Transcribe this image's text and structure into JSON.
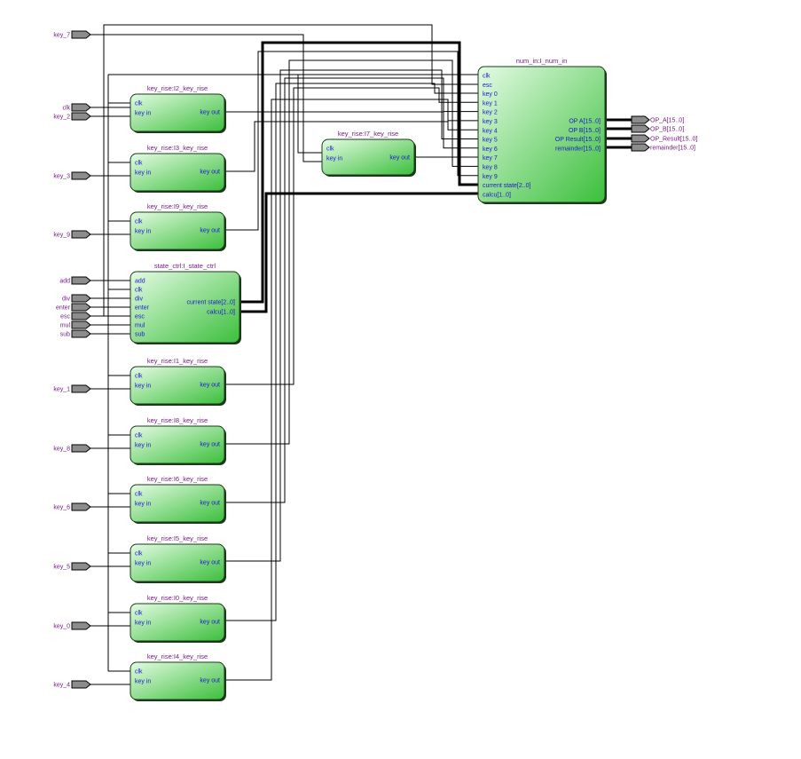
{
  "diagram": {
    "type": "rtl-schematic",
    "colors": {
      "block_fill_light": "#dcf8dc",
      "block_fill_dark": "#3cbf3c",
      "block_border": "#1a3a1a",
      "pin_label": "#7a1a8a",
      "port_label": "#1a1acc",
      "pin_fill": "#8c8c8c",
      "wire": "#000000"
    },
    "input_pins": [
      {
        "id": "key_7",
        "label": "key_7"
      },
      {
        "id": "clk",
        "label": "clk"
      },
      {
        "id": "key_2",
        "label": "key_2"
      },
      {
        "id": "key_3",
        "label": "key_3"
      },
      {
        "id": "key_9",
        "label": "key_9"
      },
      {
        "id": "add",
        "label": "add"
      },
      {
        "id": "div",
        "label": "div"
      },
      {
        "id": "enter",
        "label": "enter"
      },
      {
        "id": "esc",
        "label": "esc"
      },
      {
        "id": "mul",
        "label": "mul"
      },
      {
        "id": "sub",
        "label": "sub"
      },
      {
        "id": "key_1",
        "label": "key_1"
      },
      {
        "id": "key_8",
        "label": "key_8"
      },
      {
        "id": "key_6",
        "label": "key_6"
      },
      {
        "id": "key_5",
        "label": "key_5"
      },
      {
        "id": "key_0",
        "label": "key_0"
      },
      {
        "id": "key_4",
        "label": "key_4"
      }
    ],
    "output_pins": [
      {
        "id": "op_a",
        "label": "OP_A[15..0]"
      },
      {
        "id": "op_b",
        "label": "OP_B[15..0]"
      },
      {
        "id": "op_result",
        "label": "OP_Result[15..0]"
      },
      {
        "id": "remainder",
        "label": "remainder[15..0]"
      }
    ],
    "blocks": [
      {
        "id": "k2",
        "title": "key_rise:I2_key_rise",
        "inputs": [
          "clk",
          "key_in"
        ],
        "outputs": [
          "key_out"
        ]
      },
      {
        "id": "k3",
        "title": "key_rise:I3_key_rise",
        "inputs": [
          "clk",
          "key_in"
        ],
        "outputs": [
          "key_out"
        ]
      },
      {
        "id": "k9",
        "title": "key_rise:I9_key_rise",
        "inputs": [
          "clk",
          "key_in"
        ],
        "outputs": [
          "key_out"
        ]
      },
      {
        "id": "sc",
        "title": "state_ctrl:I_state_ctrl",
        "inputs": [
          "add",
          "clk",
          "div",
          "enter",
          "esc",
          "mul",
          "sub"
        ],
        "outputs": [
          "current_state[2..0]",
          "calcu[1..0]"
        ]
      },
      {
        "id": "k1",
        "title": "key_rise:I1_key_rise",
        "inputs": [
          "clk",
          "key_in"
        ],
        "outputs": [
          "key_out"
        ]
      },
      {
        "id": "k8",
        "title": "key_rise:I8_key_rise",
        "inputs": [
          "clk",
          "key_in"
        ],
        "outputs": [
          "key_out"
        ]
      },
      {
        "id": "k6",
        "title": "key_rise:I6_key_rise",
        "inputs": [
          "clk",
          "key_in"
        ],
        "outputs": [
          "key_out"
        ]
      },
      {
        "id": "k5",
        "title": "key_rise:I5_key_rise",
        "inputs": [
          "clk",
          "key_in"
        ],
        "outputs": [
          "key_out"
        ]
      },
      {
        "id": "k0",
        "title": "key_rise:I0_key_rise",
        "inputs": [
          "clk",
          "key_in"
        ],
        "outputs": [
          "key_out"
        ]
      },
      {
        "id": "k4",
        "title": "key_rise:I4_key_rise",
        "inputs": [
          "clk",
          "key_in"
        ],
        "outputs": [
          "key_out"
        ]
      },
      {
        "id": "k7",
        "title": "key_rise:I7_key_rise",
        "inputs": [
          "clk",
          "key_in"
        ],
        "outputs": [
          "key_out"
        ]
      },
      {
        "id": "ni",
        "title": "num_in:I_num_in",
        "inputs": [
          "clk",
          "esc",
          "key_0",
          "key_1",
          "key_2",
          "key_3",
          "key_4",
          "key_5",
          "key_6",
          "key_7",
          "key_8",
          "key_9",
          "current_state[2..0]",
          "calcu[1..0]"
        ],
        "outputs": [
          "OP_A[15..0]",
          "OP_B[15..0]",
          "OP_Result[15..0]",
          "remainder[15..0]"
        ]
      }
    ]
  }
}
